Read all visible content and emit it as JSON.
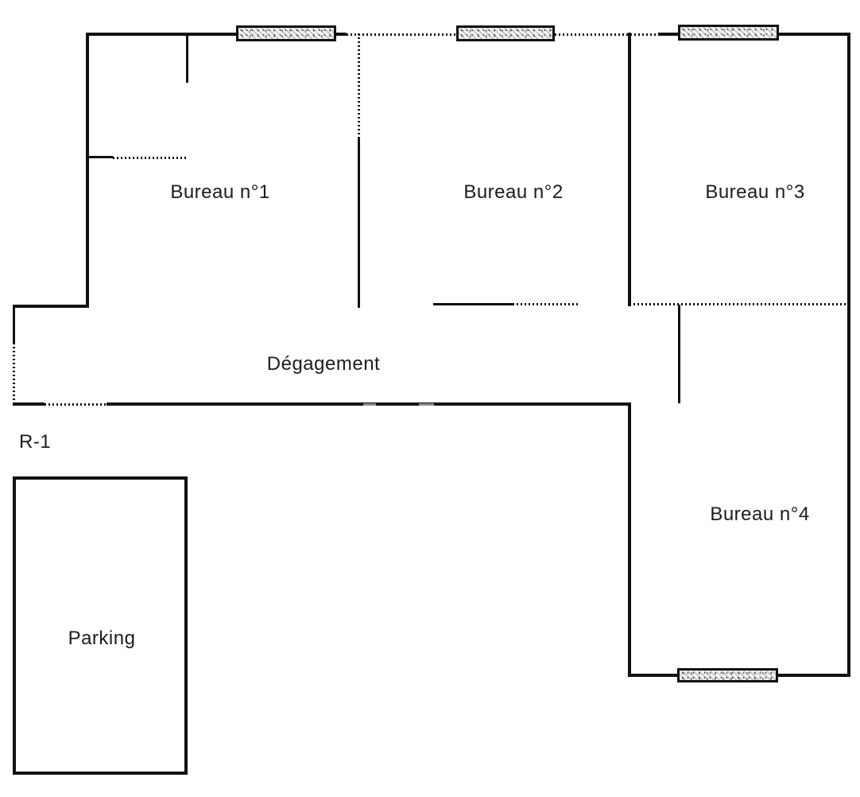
{
  "plan": {
    "floor_label": "R-1",
    "rooms": [
      {
        "id": "bureau-1",
        "label": "Bureau n°1"
      },
      {
        "id": "bureau-2",
        "label": "Bureau n°2"
      },
      {
        "id": "bureau-3",
        "label": "Bureau n°3"
      },
      {
        "id": "bureau-4",
        "label": "Bureau n°4"
      },
      {
        "id": "degagement",
        "label": "Dégagement"
      },
      {
        "id": "parking",
        "label": "Parking"
      }
    ],
    "windows_count": 4,
    "colors": {
      "background": "#ffffff",
      "wall": "#111111",
      "text": "#1c1c1c",
      "window_fill": "#f2f2f2"
    }
  }
}
